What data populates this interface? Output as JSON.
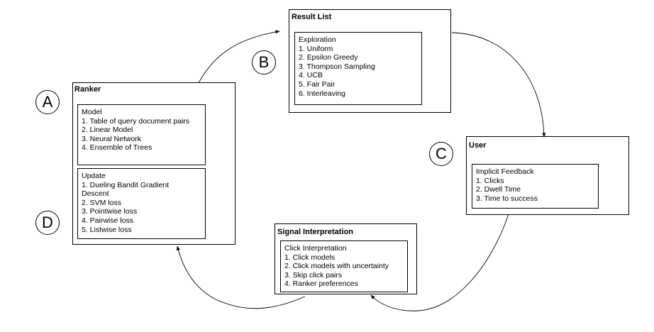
{
  "colors": {
    "stroke": "#000000",
    "background": "#ffffff"
  },
  "ranker": {
    "title": "Ranker",
    "model": {
      "heading": "Model",
      "items": [
        "1. Table of query document pairs",
        "2. Linear Model",
        "3. Neural Network",
        "4. Ensemble of Trees"
      ]
    },
    "update": {
      "heading": "Update",
      "items": [
        "1. Dueling Bandit Gradient Descent",
        "2. SVM loss",
        "3. Pointwise loss",
        "4. Pairwise loss",
        "5. Listwise loss"
      ]
    }
  },
  "result_list": {
    "title": "Result List",
    "exploration": {
      "heading": "Exploration",
      "items": [
        "1. Uniform",
        "2. Epsilon Greedy",
        "3. Thompson Sampling",
        "4. UCB",
        "5. Fair Pair",
        "6. Interleaving"
      ]
    }
  },
  "user": {
    "title": "User",
    "feedback": {
      "heading": "Implicit Feedback",
      "items": [
        "1. Clicks",
        "2. Dwell Time",
        "3. Time to success"
      ]
    }
  },
  "signal": {
    "title": "Signal Interpretation",
    "interpretation": {
      "heading": "Click Interpretation",
      "items": [
        "1. Click models",
        "2. Click models with uncertainty",
        "3. Skip click pairs",
        "4. Ranker preferences"
      ]
    }
  },
  "markers": {
    "a": "A",
    "b": "B",
    "c": "C",
    "d": "D"
  }
}
